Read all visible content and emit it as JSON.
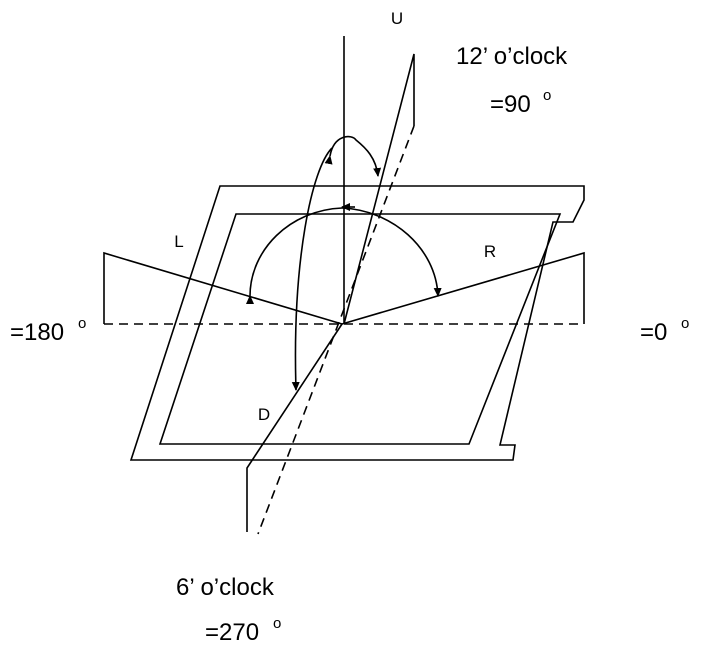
{
  "labels": {
    "up": "U",
    "down": "D",
    "left": "L",
    "right": "R"
  },
  "clock_positions": {
    "top": {
      "text": "12’ o’clock",
      "angle": "=90",
      "degree_symbol": "o"
    },
    "bottom": {
      "text": "6’ o’clock",
      "angle": "=270",
      "degree_symbol": "o"
    }
  },
  "side_angles": {
    "left": {
      "value": "=180",
      "degree_symbol": "o"
    },
    "right": {
      "value": "=0",
      "degree_symbol": "o"
    }
  }
}
